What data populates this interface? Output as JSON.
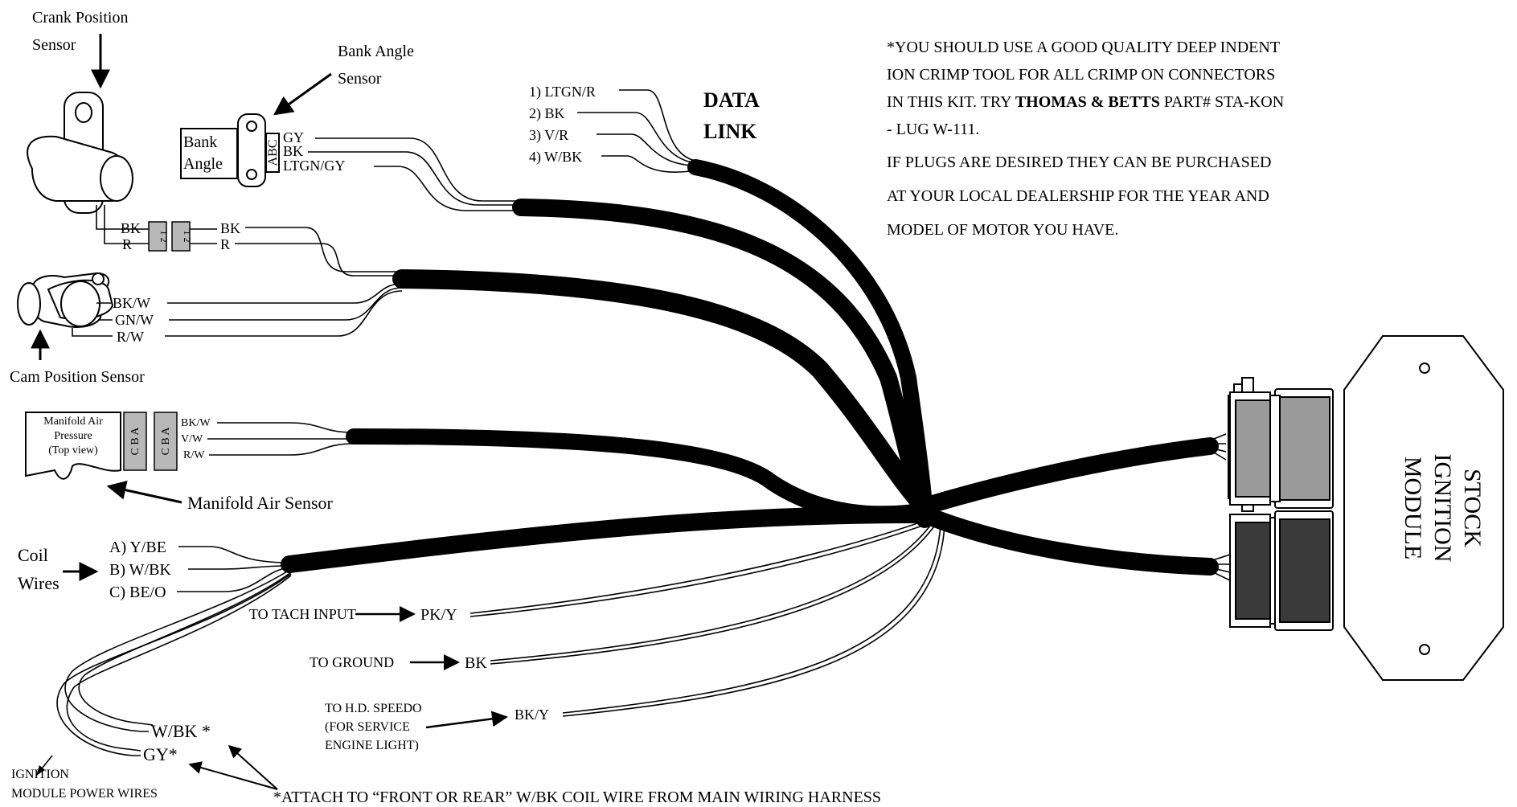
{
  "crank_sensor": {
    "label_line1": "Crank Position",
    "label_line2": "Sensor",
    "wires": [
      "BK",
      "R"
    ],
    "connector_pins": "1 2"
  },
  "bank_angle_sensor": {
    "label_line1": "Bank Angle",
    "label_line2": "Sensor",
    "body_line1": "Bank",
    "body_line2": "Angle",
    "pins": "ABC",
    "wires": [
      "GY",
      "BK",
      "LTGN/GY"
    ]
  },
  "data_link": {
    "label_line1": "DATA",
    "label_line2": "LINK",
    "wires": [
      "1) LTGN/R",
      "2) BK",
      "3) V/R",
      "4) W/BK"
    ]
  },
  "cam_sensor": {
    "label": "Cam Position Sensor",
    "wires": [
      "BK/W",
      "GN/W",
      "R/W"
    ]
  },
  "map_sensor": {
    "body_line1": "Manifold Air",
    "body_line2": "Pressure",
    "body_line3": "(Top view)",
    "pins": "C B A",
    "wires": [
      "BK/W",
      "V/W",
      "R/W"
    ],
    "label": "Manifold Air Sensor"
  },
  "coil": {
    "label_line1": "Coil",
    "label_line2": "Wires",
    "wires": [
      "A) Y/BE",
      "B) W/BK",
      "C) BE/O"
    ]
  },
  "outputs": {
    "tach_label": "TO TACH INPUT",
    "tach_wire": "PK/Y",
    "ground_label": "TO GROUND",
    "ground_wire": "BK",
    "speedo_line1": "TO H.D. SPEEDO",
    "speedo_line2": "(FOR SERVICE",
    "speedo_line3": "ENGINE LIGHT)",
    "speedo_wire": "BK/Y"
  },
  "power_wires": {
    "wire1": "W/BK *",
    "wire2": "GY*",
    "label_line1": "IGNITION",
    "label_line2": "MODULE POWER WIRES",
    "attach_note": "*ATTACH TO “FRONT OR REAR” W/BK COIL WIRE FROM MAIN WIRING HARNESS"
  },
  "module": {
    "line1": "STOCK",
    "line2": "IGNITION",
    "line3": "MODULE"
  },
  "note": {
    "line1": "*YOU SHOULD USE A GOOD QUALITY DEEP INDENT",
    "line2": "ION CRIMP TOOL FOR ALL CRIMP ON CONNECTORS",
    "line3a": "IN THIS KIT. TRY ",
    "line3b": "THOMAS & BETTS",
    "line3c": "  PART# STA-KON",
    "line4": "- LUG W-111.",
    "line5": "IF PLUGS ARE DESIRED THEY CAN BE PURCHASED",
    "line6": "AT YOUR LOCAL DEALERSHIP FOR THE YEAR AND",
    "line7": "MODEL OF MOTOR YOU HAVE."
  },
  "colors": {
    "ink": "#000000",
    "connector_gray": "#b8b8b8",
    "connector_light": "#9a9a9a",
    "connector_dark": "#3a3a3a",
    "paper": "#ffffff"
  }
}
